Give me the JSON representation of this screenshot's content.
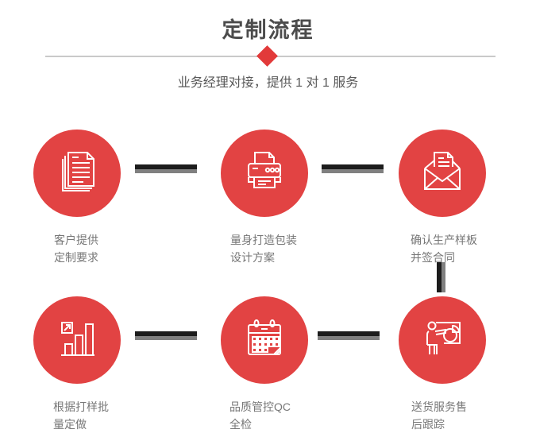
{
  "page": {
    "title": "定制流程",
    "subtitle": "业务经理对接，提供 1 对 1 服务"
  },
  "colors": {
    "accent_red": "#e24343",
    "diamond_red": "#e23a3a",
    "title_gray": "#4c4c4c",
    "subtitle_gray": "#595959",
    "label_gray": "#777777",
    "connector_black": "#1c1c1c",
    "connector_gray": "#808080",
    "divider_gray": "#c9c9c9",
    "icon_white": "#ffffff"
  },
  "steps": [
    {
      "icon": "documents-icon",
      "line1": "客户提供",
      "line2": "定制要求"
    },
    {
      "icon": "printer-icon",
      "line1": "量身打造包装",
      "line2": "设计方案"
    },
    {
      "icon": "envelope-icon",
      "line1": "确认生产样板",
      "line2": "并签合同"
    },
    {
      "icon": "bar-chart-icon",
      "line1": "根据打样批",
      "line2": "量定做"
    },
    {
      "icon": "calendar-icon",
      "line1": "品质管控QC",
      "line2": "全检"
    },
    {
      "icon": "presentation-icon",
      "line1": "送货服务售",
      "line2": "后跟踪"
    }
  ]
}
